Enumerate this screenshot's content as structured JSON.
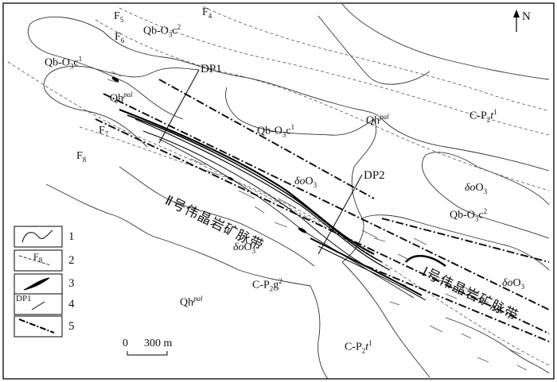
{
  "north": {
    "label": "N"
  },
  "units": {
    "qb_o3c2_top": {
      "base": "Qb-O",
      "sub": "3",
      "tail": "c",
      "sup": "2"
    },
    "qb_o3c1_left": {
      "base": "Qb-O",
      "sub": "3",
      "tail": "c",
      "sup": "1"
    },
    "qb_o3c1_mid": {
      "base": "Qb-O",
      "sub": "3",
      "tail": "c",
      "sup": "1"
    },
    "qb_o3c2_right": {
      "base": "Qb-O",
      "sub": "3",
      "tail": "c",
      "sup": "2"
    },
    "qh_left": {
      "base": "Qh",
      "sup": "pal"
    },
    "qh_mid": {
      "base": "Qh",
      "sup": "pal"
    },
    "qh_bottom": {
      "base": "Qh",
      "sup": "pal"
    },
    "cp2t1_right": {
      "base": "C-P",
      "sub": "2",
      "tail": "t",
      "sup": "1"
    },
    "cp2t1_bottom": {
      "base": "C-P",
      "sub": "2",
      "tail": "t",
      "sup": "1"
    },
    "cp2g2": {
      "base": "C-P",
      "sub": "2",
      "tail": "g",
      "sup": "2"
    },
    "do_o3_center": {
      "base": "δo",
      "tail": "O",
      "sub": "3"
    },
    "do_o3_left": {
      "base": "δo",
      "tail": "O",
      "sub": "3"
    },
    "do_o3_right": {
      "base": "δo",
      "tail": "O",
      "sub": "3"
    },
    "do_o3_far": {
      "base": "δo",
      "tail": "O",
      "sub": "3"
    }
  },
  "faults": {
    "f4": "4",
    "f5": "5",
    "f6": "6",
    "f7": "7",
    "f8": "8",
    "letter": "F"
  },
  "profiles": {
    "dp1": "DP1",
    "dp2": "DP2"
  },
  "belts": {
    "belt2": "Ⅱ号伟晶岩矿脉带",
    "belt1": "Ⅰ号伟晶岩矿脉带"
  },
  "legend": {
    "n1": "1",
    "n2": "2",
    "n3": "3",
    "n4": "4",
    "n5": "5",
    "f_symbol": "F",
    "f_sub": "8",
    "dp_symbol": "DP1"
  },
  "scale": {
    "zero": "0",
    "value": "300 m"
  }
}
